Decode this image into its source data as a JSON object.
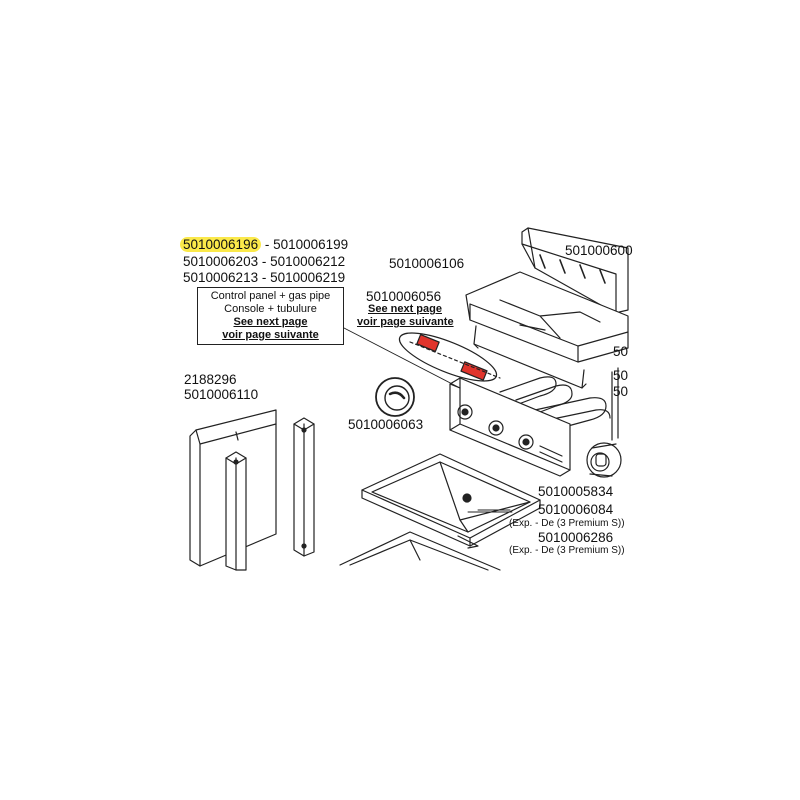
{
  "control_panel_numbers": {
    "highlighted": "5010006196",
    "row1_sep": " - ",
    "row1_b": "5010006199",
    "row2": "5010006203 - 5010006212",
    "row3": "5010006213 - 5010006219"
  },
  "control_panel_box": {
    "line1": "Control panel + gas pipe",
    "line2": "Console + tubulure",
    "line3": "See next page",
    "line4": "voir page suivante"
  },
  "burner_note": {
    "number": "5010006056",
    "line1": "See next page",
    "line2": "voir page suivante"
  },
  "labels": {
    "plate_top": "5010006106",
    "cut_top_right": "501000600",
    "cut_right_1": "50",
    "cut_right_2": "50",
    "cut_right_3": "50",
    "side_panel_a": "2188296",
    "side_panel_b": "5010006110",
    "knob": "5010006063",
    "ignitor": "5010005834",
    "drip_tray": "5010006084",
    "drip_tray_note": "(Exp. - De (3 Premium S))",
    "tray_lower": "5010006286",
    "tray_lower_note": "(Exp. - De (3 Premium S))"
  },
  "colors": {
    "highlight": "#fbe94a",
    "accent_red": "#e0342c",
    "line": "#222222"
  }
}
